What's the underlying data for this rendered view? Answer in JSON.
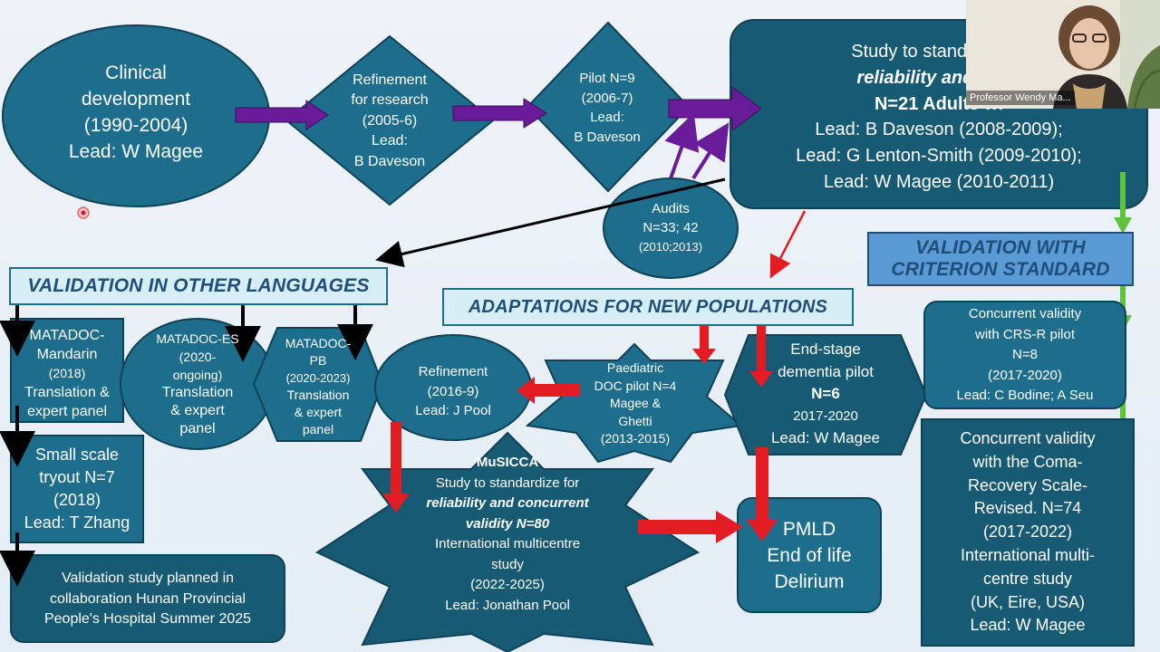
{
  "nodes": {
    "clinical": {
      "lines": [
        "Clinical",
        "development",
        "(1990-2004)",
        "Lead: W Magee"
      ]
    },
    "refinement_research": {
      "lines": [
        "Refinement",
        "for research",
        "(2005-6)",
        "Lead:",
        "B Daveson"
      ]
    },
    "pilot": {
      "lines": [
        "Pilot N=9",
        "(2006-7)",
        "Lead:",
        "B Daveson"
      ]
    },
    "study_standardise": {
      "lines": [
        "Study to standardise t",
        "reliability and conc",
        "N=21 Adults wi",
        "Lead: B Daveson (2008-2009);",
        "Lead: G Lenton-Smith (2009-2010);",
        "Lead: W Magee (2010-2011)"
      ]
    },
    "audits": {
      "lines": [
        "Audits",
        "N=33; 42",
        "(2010;2013)"
      ]
    },
    "banner_languages": "VALIDATION IN OTHER LANGUAGES",
    "banner_adaptations": "ADAPTATIONS FOR NEW POPULATIONS",
    "banner_criterion": {
      "lines": [
        "VALIDATION WITH",
        "CRITERION STANDARD"
      ]
    },
    "mandarin": {
      "lines": [
        "MATADOC-",
        "Mandarin",
        "(2018)",
        "Translation &",
        "expert panel"
      ]
    },
    "es": {
      "lines": [
        "MATADOC-ES",
        "(2020-",
        "ongoing)",
        "Translation",
        "& expert",
        "panel"
      ]
    },
    "pb": {
      "lines": [
        "MATADOC-",
        "PB",
        "(2020-2023)",
        "Translation",
        "& expert",
        "panel"
      ]
    },
    "refinement_2016": {
      "lines": [
        "Refinement",
        "(2016-9)",
        "Lead: J Pool"
      ]
    },
    "paediatric": {
      "lines": [
        "Paediatric",
        "DOC pilot N=4",
        "Magee &",
        "Ghetti",
        "(2013-2015)"
      ]
    },
    "dementia": {
      "lines": [
        "End-stage",
        "dementia pilot",
        "N=6",
        "2017-2020",
        "Lead: W Magee"
      ]
    },
    "crsr_pilot": {
      "lines": [
        "Concurrent validity",
        "with CRS-R pilot",
        "N=8",
        "(2017-2020)",
        "Lead: C Bodine; A Seu"
      ]
    },
    "small_scale": {
      "lines": [
        "Small scale",
        "tryout N=7",
        "(2018)",
        "Lead: T Zhang"
      ]
    },
    "musicca": {
      "lines": [
        "MuSICCA",
        "Study to standardize for",
        "reliability and concurrent",
        "validity N=80",
        "International multicentre",
        "study",
        "(2022-2025)",
        "Lead: Jonathan Pool"
      ]
    },
    "pmld": {
      "lines": [
        "PMLD",
        "End of life",
        "Delirium"
      ]
    },
    "concurrent_coma": {
      "lines": [
        "Concurrent validity",
        "with the Coma-",
        "Recovery Scale-",
        "Revised. N=74",
        "(2017-2022)",
        "International multi-",
        "centre study",
        "(UK, Eire, USA)",
        "Lead: W Magee"
      ]
    },
    "hunan": {
      "lines": [
        "Validation study planned in",
        "collaboration Hunan Provincial",
        "People's Hospital Summer 2025"
      ]
    }
  },
  "video_overlay": {
    "name": "Professor Wendy Ma..."
  },
  "colors": {
    "node_fill": "#1d6d8c",
    "node_dark": "#175a73",
    "node_border": "#0f4257",
    "banner_fill": "#d6eef5",
    "banner_blue": "#5b9bd5",
    "banner_text": "#1f4e79",
    "arrow_purple": "#6a1b9a",
    "arrow_red": "#e31b23",
    "arrow_green": "#5cc33a",
    "arrow_black": "#000000"
  }
}
